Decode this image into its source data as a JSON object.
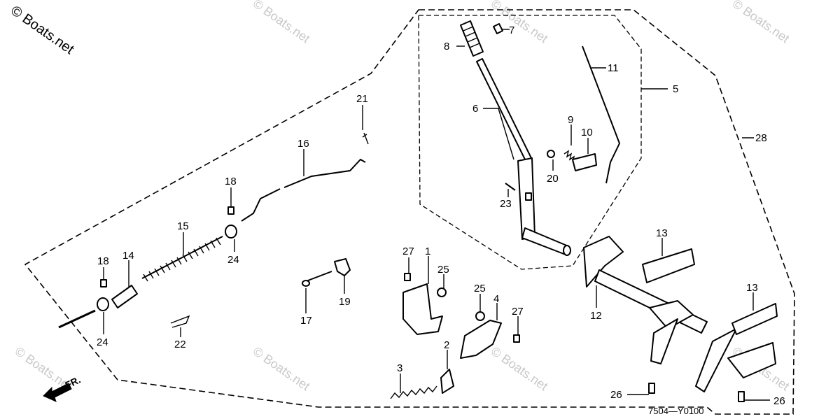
{
  "watermark": {
    "main": "© Boats.net",
    "faint": "© Boats.net"
  },
  "diagram_code": "7504—Y0100",
  "direction_label": "FR.",
  "part_labels": {
    "p1": "1",
    "p2": "2",
    "p3": "3",
    "p4": "4",
    "p5": "5",
    "p6": "6",
    "p7": "7",
    "p8": "8",
    "p9": "9",
    "p10": "10",
    "p11": "11",
    "p12": "12",
    "p13": "13",
    "p14": "14",
    "p15": "15",
    "p16": "16",
    "p17": "17",
    "p18": "18",
    "p19": "19",
    "p20": "20",
    "p21": "21",
    "p22": "22",
    "p23": "23",
    "p24": "24",
    "p25": "25",
    "p26": "26",
    "p27": "27",
    "p28": "28"
  }
}
